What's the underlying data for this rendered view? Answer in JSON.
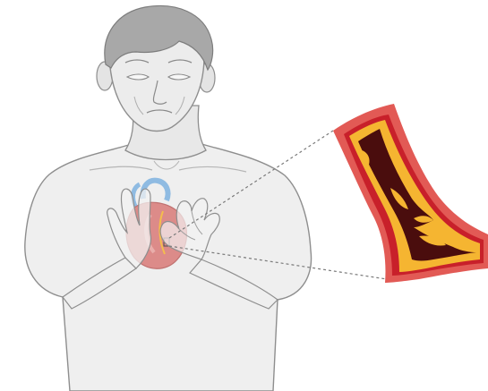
{
  "diagram": {
    "colors": {
      "background": "#ffffff",
      "skin_fill": "#efefef",
      "skin_stroke": "#8e8e8e",
      "hair": "#a8a8a8",
      "heart_red": "#d97a78",
      "heart_pink": "#e8a3a0",
      "vessel_blue": "#7fb3e0",
      "artery_wall": "#c8202a",
      "artery_outer": "#e25a55",
      "plaque": "#f5b531",
      "lumen": "#4a0d0d",
      "callout_line": "#7a7a7a"
    },
    "parts": [
      "person-figure",
      "heart",
      "artery-cross-section",
      "callout-lines"
    ]
  }
}
